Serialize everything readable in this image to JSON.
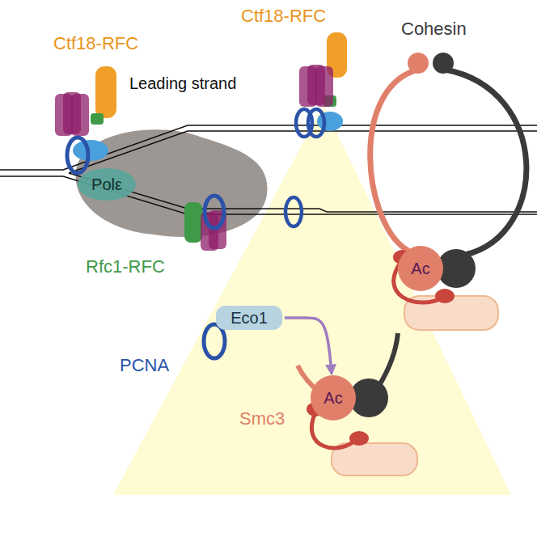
{
  "diagram": {
    "nodes": [
      {
        "text": [
          "Polε"
        ]
      },
      {
        "text": [
          "Ac"
        ]
      },
      {
        "text": [
          "Eco1"
        ]
      },
      {
        "text": [
          "Ac"
        ]
      }
    ],
    "edges": [
      {
        "from": 2,
        "to": 3,
        "arrow": "to"
      }
    ],
    "labels": [
      "Ctf18-RFC",
      "Ctf18-RFC",
      "Leading strand",
      "Cohesin",
      "Rfc1-RFC",
      "PCNA",
      "Smc3"
    ]
  }
}
